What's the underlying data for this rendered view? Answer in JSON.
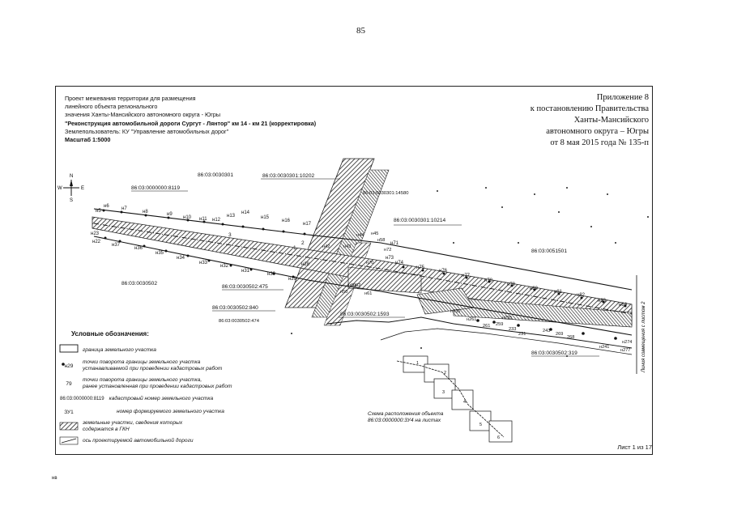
{
  "page_number": "85",
  "header": {
    "lines": [
      "Проект межевания территории для размещения",
      "линейного объекта регионального",
      "значения Ханты-Мансийского автономного округа - Югры",
      "\"Реконструкция автомобильной дороги Сургут - Лянтор\" км 14 - км 21 (корректировка)",
      "Землепользователь: КУ \"Управление автомобильных дорог\"",
      "Масштаб 1:5000"
    ]
  },
  "appendix": {
    "lines": [
      "Приложение 8",
      "к постановлению Правительства",
      "Ханты-Мансийского",
      "автономного округа – Югры",
      "от 8 мая 2015 года № 135-п"
    ]
  },
  "compass": {
    "n": "N",
    "s": "S",
    "w": "W",
    "e": "E"
  },
  "cadastral_labels": [
    "86:03:0030301",
    "86:03:0030301:10202",
    "86:03:0000000:8119",
    "86:03:0030301:14580",
    "86:03:0030301:10214",
    "86:03:0051501",
    "86:03:0030502",
    "86:03:0030502:475",
    "86:03:0030502:840",
    "86:03:0030502:474",
    "86:03:0030502:1593",
    "86:03:0030502:319"
  ],
  "point_labels_top": [
    "н5",
    "н6",
    "н7",
    "н8",
    "н9",
    "н10",
    "н11",
    "н12",
    "н13",
    "н14",
    "н15",
    "н16",
    "н17"
  ],
  "point_labels_bottom": [
    "н23",
    "н22",
    "н37",
    "н36",
    "н35",
    "н34",
    "н33",
    "н32",
    "н31",
    "н30",
    "н29",
    "н28"
  ],
  "point_labels_right": [
    "н71",
    "н73",
    "н74",
    "н75",
    "н76",
    "н77",
    "н78",
    "н79",
    "н80",
    "н81",
    "н82",
    "н83",
    "н84"
  ],
  "point_labels_misc": [
    "н44",
    "н45",
    "н43",
    "н42",
    "н58",
    "н70",
    "н72",
    "н60",
    "н61",
    "н62",
    "н50",
    "н261",
    "н235",
    "н255",
    "н241",
    "н274",
    "н277",
    "1",
    "2",
    "3",
    "261",
    "269",
    "268",
    "259",
    "243",
    "231",
    "233"
  ],
  "side_text": "Линия совмещения с листом 2",
  "legend": {
    "title": "Условные обозначения:",
    "items": [
      {
        "symbol": "",
        "text": "граница земельного участка"
      },
      {
        "symbol": "н29",
        "text": "точки поворота границы земельного участка\nустанавливаемой при проведении кадастровых работ"
      },
      {
        "symbol": "79",
        "text": "точки поворота границы земельного участка,\nранее установленная при проведении кадастровых работ"
      },
      {
        "symbol": "86:03:0000000:8119",
        "text": "кадастровый номер земельного участка"
      },
      {
        "symbol": "ЗУ1",
        "text": "номер формируемого земельного участка"
      },
      {
        "symbol": "",
        "text": "земельные участки, сведения которых\nсодержатся в ГКН"
      },
      {
        "symbol": "",
        "text": "ось проектируемой автомобильной дороги"
      }
    ]
  },
  "inset": {
    "caption": "Схема расположения объекта\n86:03:0000000:3У4 на листах",
    "sheets": [
      "1",
      "2",
      "3",
      "4",
      "5",
      "6"
    ]
  },
  "sheet_label": "Лист 1 из 17",
  "footer_mark": "нв"
}
